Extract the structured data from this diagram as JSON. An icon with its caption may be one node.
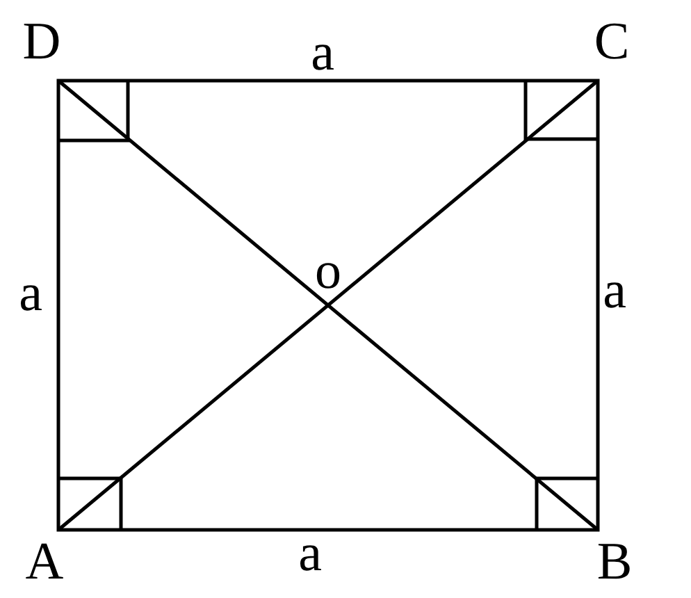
{
  "diagram": {
    "labels": [
      "D",
      "a",
      "C",
      "a",
      "o",
      "a",
      "A",
      "a",
      "B"
    ]
  }
}
